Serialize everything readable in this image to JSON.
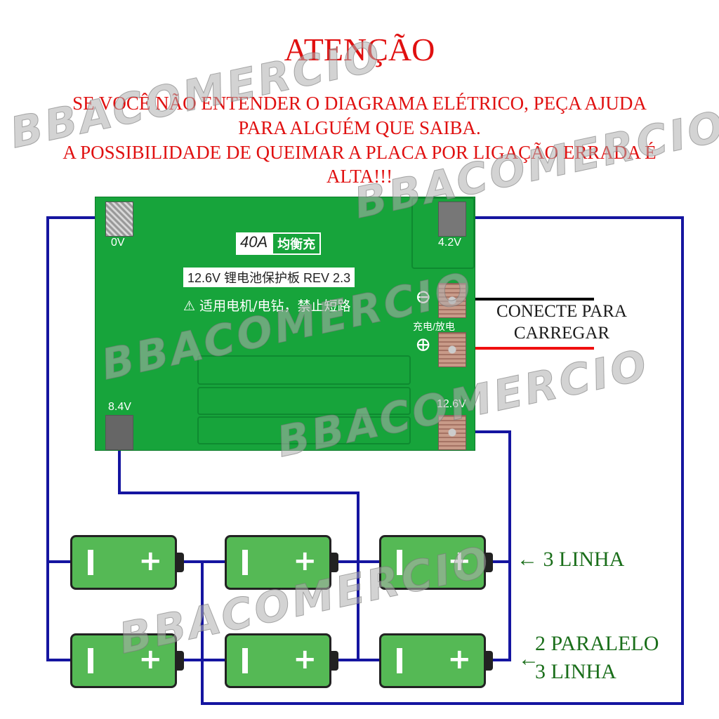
{
  "header": {
    "title": "ATENÇÃO",
    "warning_lines": [
      "SE VOCÊ NÃO ENTENDER O DIAGRAMA ELÉTRICO, PEÇA AJUDA",
      "PARA ALGUÉM QUE SAIBA.",
      "A POSSIBILIDADE DE QUEIMAR A PLACA POR LIGAÇÃO ERRADA É",
      "ALTA!!!"
    ]
  },
  "watermark": "BBACOMERCIO",
  "board": {
    "rating": "40A",
    "balance_label": "均衡充",
    "model": "12.6V 锂电池保护板 REV 2.3",
    "notice": "适用电机/电钻，禁止短路",
    "charge_label": "充电/放电",
    "pads": {
      "p0": "0V",
      "p42": "4.2V",
      "p84": "8.4V",
      "p126": "12.6V"
    },
    "minus_symbol": "⊖",
    "plus_symbol": "⊕"
  },
  "charge_note": [
    "CONECTE PARA",
    "CARREGAR"
  ],
  "annotations": {
    "row1": "← 3 LINHA",
    "row2_line1": "2 PARALELO",
    "row2_line2": "3 LINHA",
    "arrow": "←"
  },
  "colors": {
    "wire": "#1515a0",
    "title": "#e01010",
    "board": "#17a43b",
    "battery": "#55b955",
    "note": "#1a6e1a"
  }
}
